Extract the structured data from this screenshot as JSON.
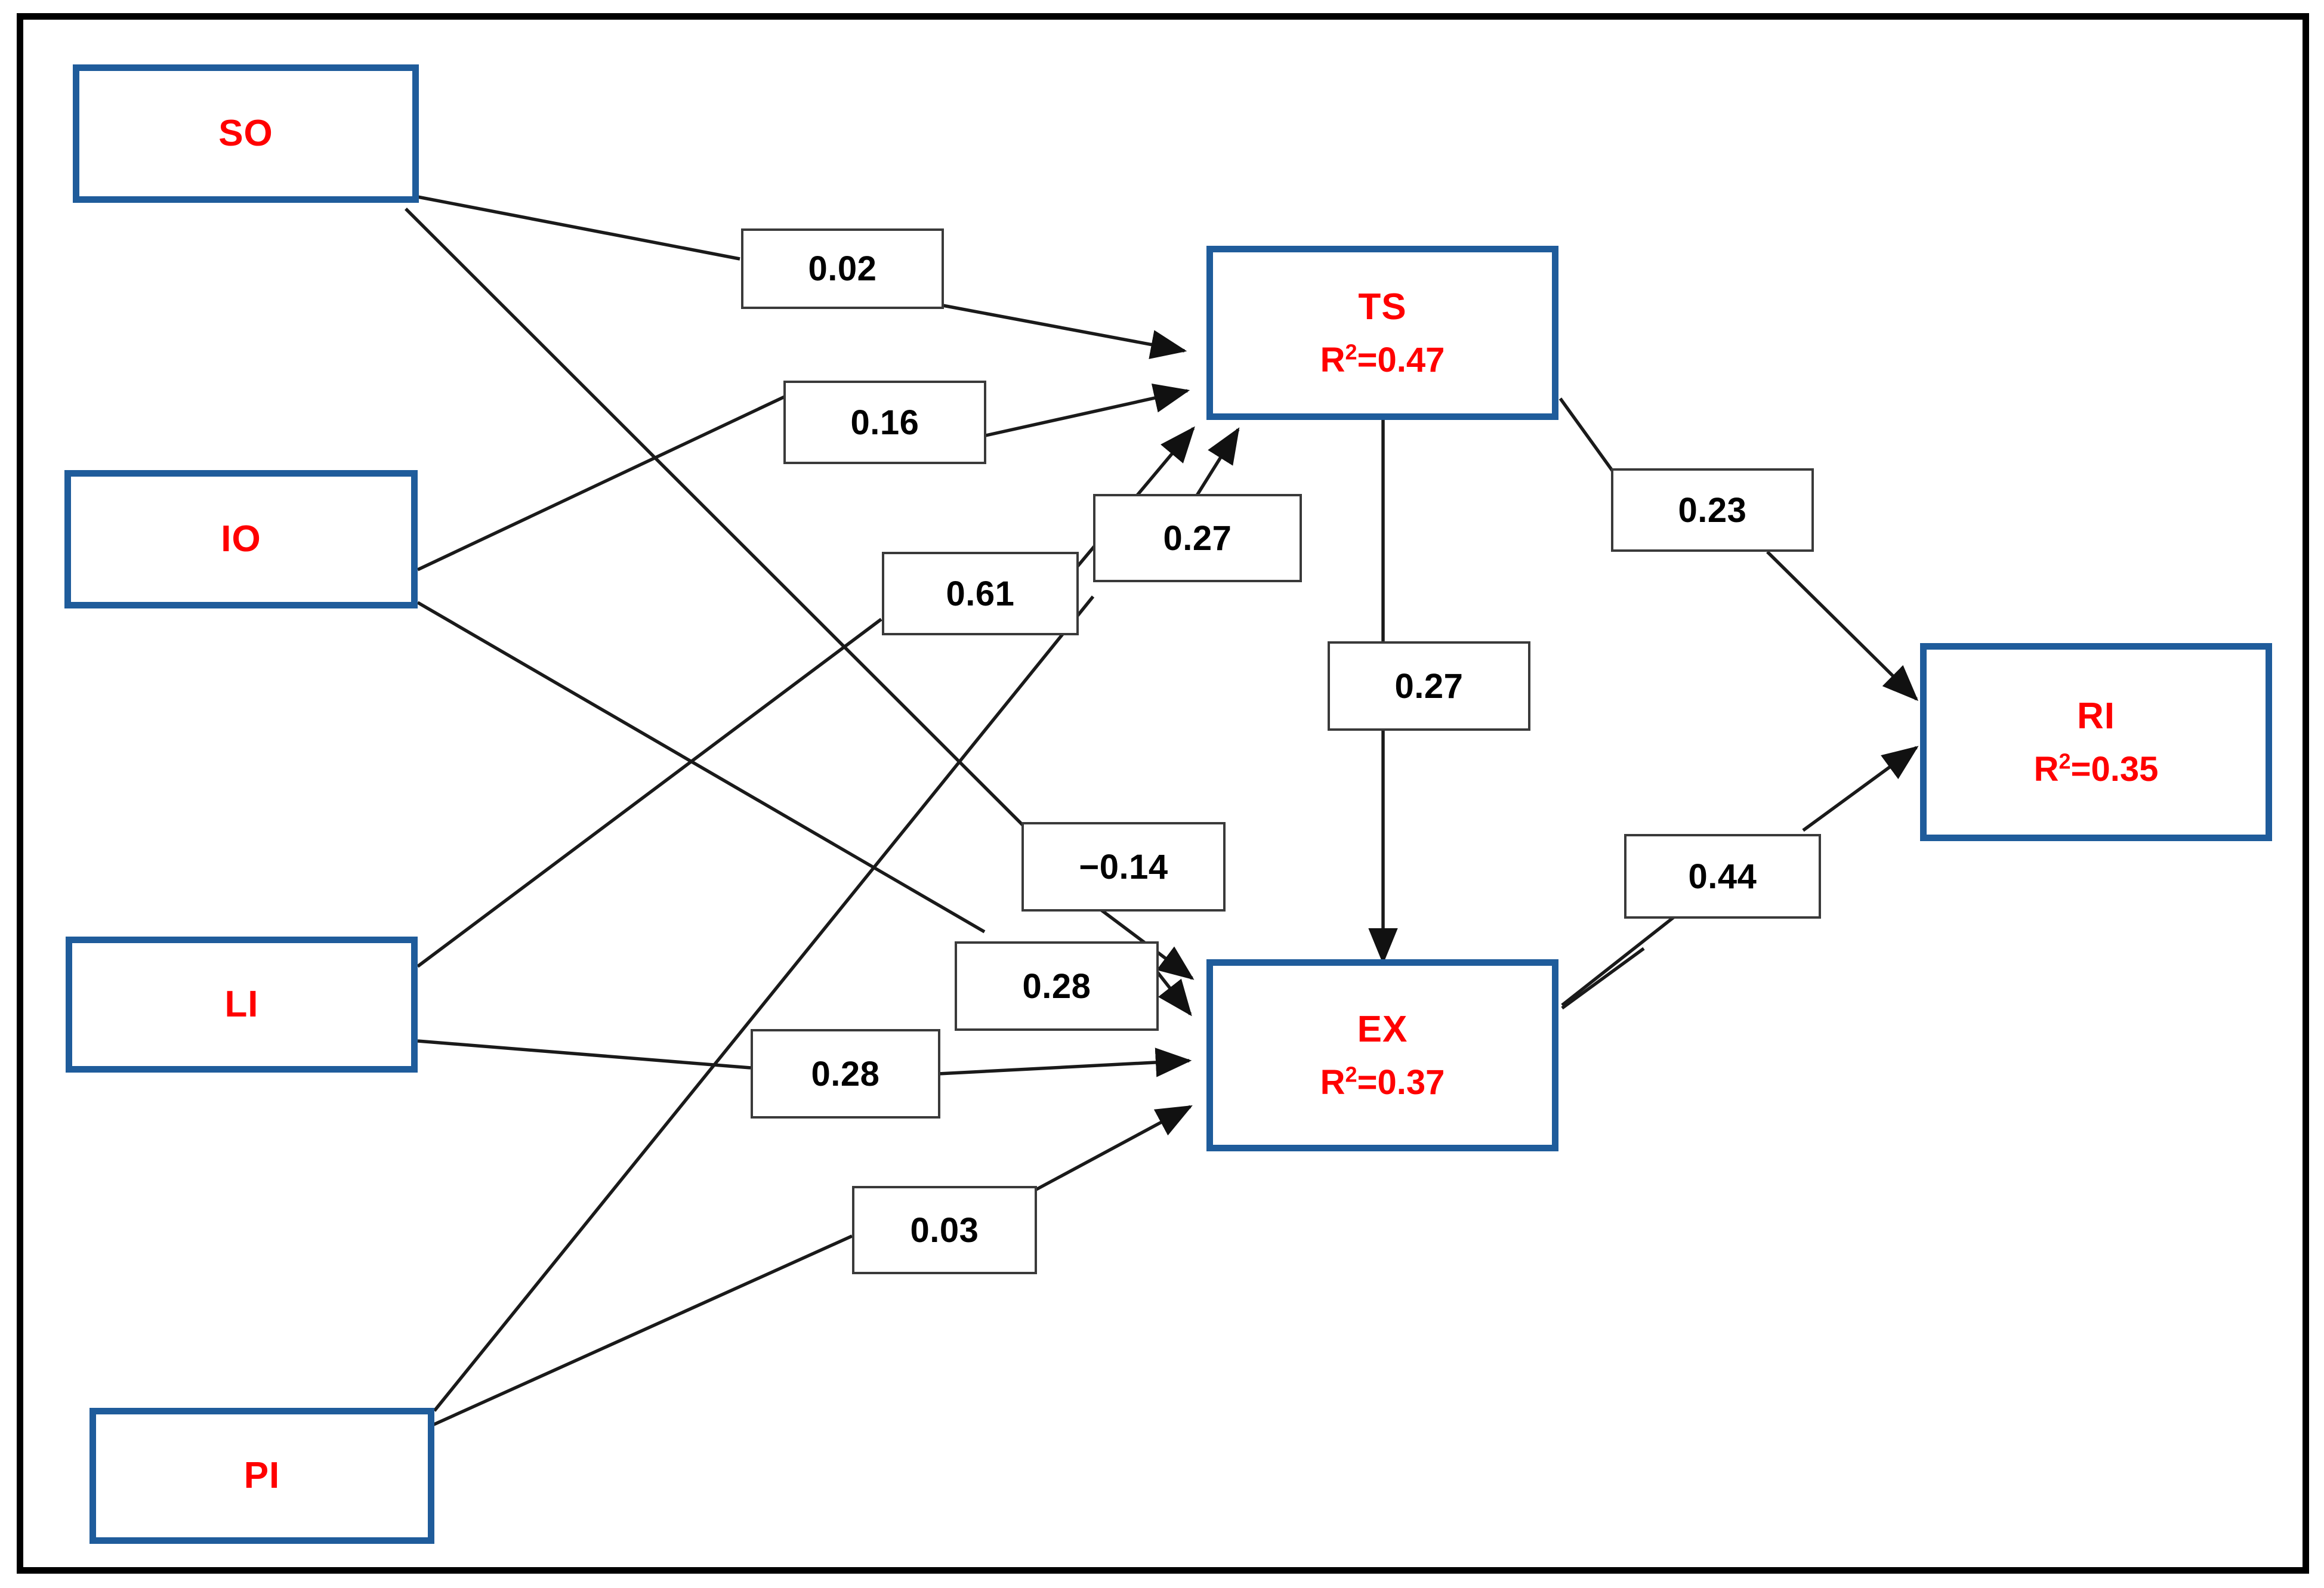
{
  "diagram": {
    "title": "Structural equation model path diagram",
    "frame_color": "#000000",
    "node_border_color": "#1F5C9B",
    "node_text_color": "#FF0000",
    "coefficient_text_color": "#000000",
    "coefficient_border_color": "#3A3A3A",
    "edge_color": "#1A1A1A"
  },
  "nodes": [
    {
      "id": "SO",
      "label": "SO",
      "r2": null,
      "r2_text": ""
    },
    {
      "id": "IO",
      "label": "IO",
      "r2": null,
      "r2_text": ""
    },
    {
      "id": "LI",
      "label": "LI",
      "r2": null,
      "r2_text": ""
    },
    {
      "id": "PI",
      "label": "PI",
      "r2": null,
      "r2_text": ""
    },
    {
      "id": "TS",
      "label": "TS",
      "r2": 0.47,
      "r2_text": "=0.47"
    },
    {
      "id": "EX",
      "label": "EX",
      "r2": 0.37,
      "r2_text": "=0.37"
    },
    {
      "id": "RI",
      "label": "RI",
      "r2": 0.35,
      "r2_text": "=0.35"
    }
  ],
  "r2_prefix": "R",
  "r2_exponent": "2",
  "paths": [
    {
      "id": "so-ts",
      "from": "SO",
      "to": "TS",
      "coefficient": "0.02",
      "value": 0.02
    },
    {
      "id": "io-ts",
      "from": "IO",
      "to": "TS",
      "coefficient": "0.16",
      "value": 0.16
    },
    {
      "id": "li-ts",
      "from": "LI",
      "to": "TS",
      "coefficient": "0.61",
      "value": 0.61
    },
    {
      "id": "pi-ts",
      "from": "PI",
      "to": "TS",
      "coefficient": "0.27",
      "value": 0.27
    },
    {
      "id": "ts-ex",
      "from": "TS",
      "to": "EX",
      "coefficient": "0.27",
      "value": 0.27
    },
    {
      "id": "ts-ri",
      "from": "TS",
      "to": "RI",
      "coefficient": "0.23",
      "value": 0.23
    },
    {
      "id": "so-ex",
      "from": "SO",
      "to": "EX",
      "coefficient": "−0.14",
      "value": -0.14
    },
    {
      "id": "io-ex",
      "from": "IO",
      "to": "EX",
      "coefficient": "0.28",
      "value": 0.28
    },
    {
      "id": "li-ex",
      "from": "LI",
      "to": "EX",
      "coefficient": "0.28",
      "value": 0.28
    },
    {
      "id": "pi-ex",
      "from": "PI",
      "to": "EX",
      "coefficient": "0.03",
      "value": 0.03
    },
    {
      "id": "ex-ri",
      "from": "EX",
      "to": "RI",
      "coefficient": "0.44",
      "value": 0.44
    }
  ]
}
